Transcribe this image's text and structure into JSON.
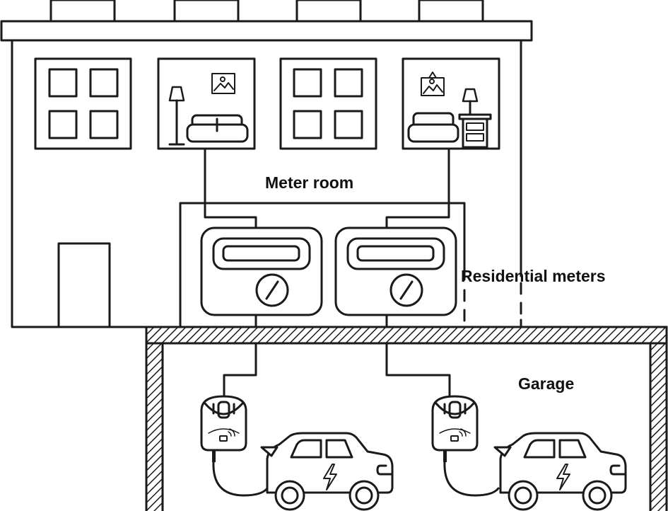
{
  "labels": {
    "meter_room": "Meter room",
    "residential_meters": "Residential meters",
    "garage": "Garage"
  },
  "colors": {
    "line": "#1a1a1a",
    "background": "#ffffff"
  }
}
